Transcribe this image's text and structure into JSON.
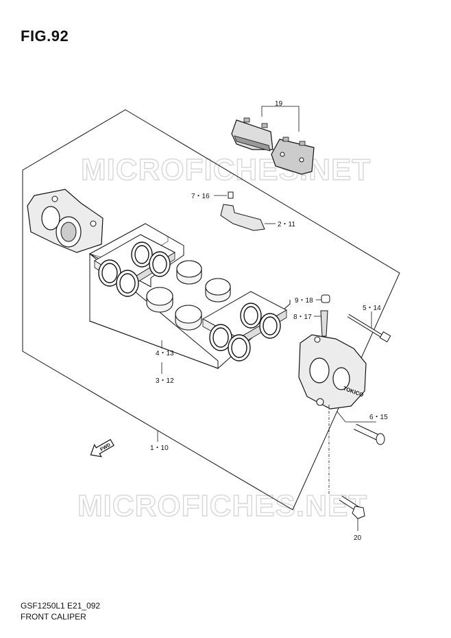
{
  "figure_title": "FIG.92",
  "model_code": "GSF1250L1 E21_092",
  "caption": "FRONT CALIPER",
  "watermark": "MICROFICHES.NET",
  "fwd_marking": "FWD",
  "caliper_marking": "TOKICO",
  "part_labels": {
    "p19": "19",
    "p7_16": "7・16",
    "p2_11": "2・11",
    "p9_18": "9・18",
    "p8_17": "8・17",
    "p5_14": "5・14",
    "p6_15": "6・15",
    "p4_13": "4・13",
    "p3_12": "3・12",
    "p1_10": "1・10",
    "p20": "20"
  }
}
